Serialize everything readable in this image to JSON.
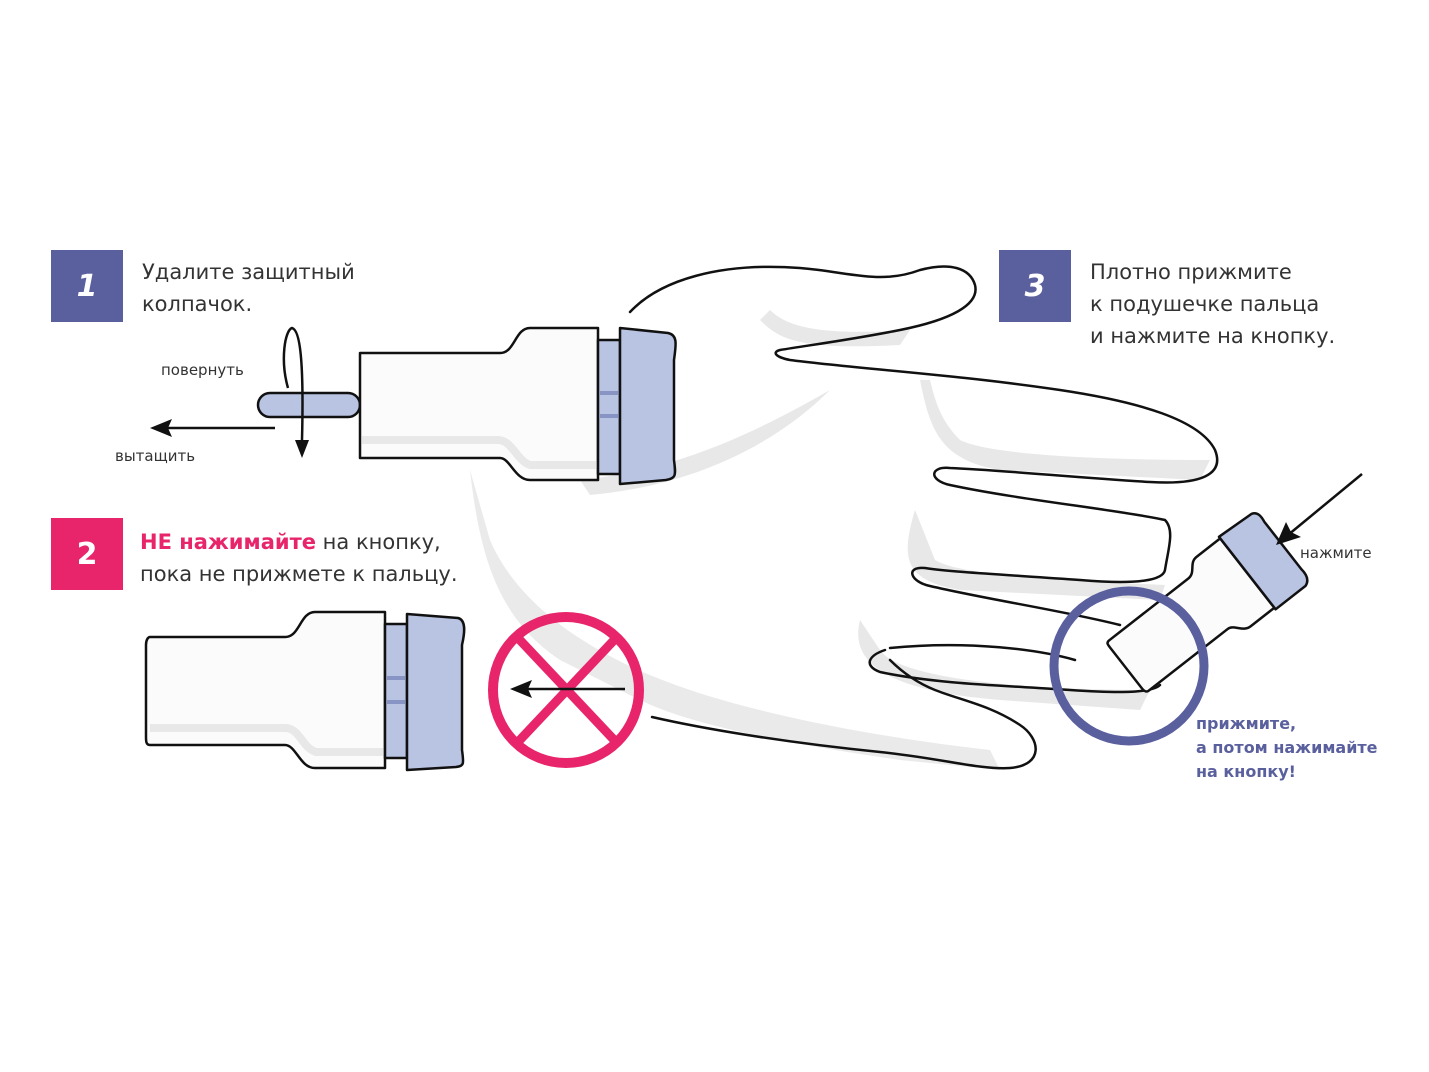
{
  "colors": {
    "step_blue": "#5a5f9e",
    "step_pink": "#e8256a",
    "device_accent": "#b9c3e2",
    "shadow_gray": "#e6e6e6",
    "outline": "#111111"
  },
  "steps": [
    {
      "number": "1",
      "lines": [
        "Удалите защитный",
        "колпачок."
      ]
    },
    {
      "number": "2",
      "warning": "НЕ нажимайте",
      "line1_rest": " на кнопку,",
      "line2": "пока не прижмете к пальцу."
    },
    {
      "number": "3",
      "lines": [
        "Плотно прижмите",
        "к подушечке пальца",
        "и нажмите на кнопку."
      ]
    }
  ],
  "labels": {
    "rotate": "повернуть",
    "pull": "вытащить",
    "press": "нажмите"
  },
  "callout": {
    "lines": [
      "прижмите,",
      "а потом нажимайте",
      "на кнопку!"
    ]
  },
  "icons": [
    "rotate-arrow-icon",
    "pull-arrow-icon",
    "prohibited-icon",
    "press-arrow-icon",
    "highlight-circle-icon"
  ]
}
